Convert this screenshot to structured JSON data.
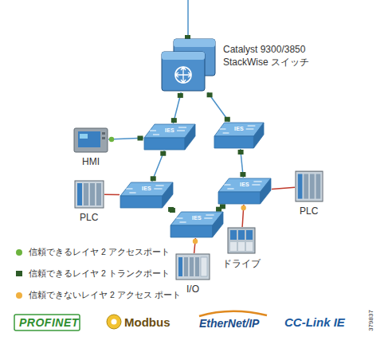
{
  "diagram": {
    "nodes": [
      {
        "text": [
          "Catalyst 9300/3850 StackWise スイッチ"
        ]
      },
      {
        "text": [
          "IES"
        ]
      },
      {
        "text": [
          "IES"
        ]
      },
      {
        "text": [
          "HMI"
        ]
      },
      {
        "text": [
          "IES"
        ]
      },
      {
        "text": [
          "PLC"
        ]
      },
      {
        "text": [
          "IES"
        ]
      },
      {
        "text": [
          "PLC"
        ]
      },
      {
        "text": [
          "IES"
        ]
      },
      {
        "text": [
          "I/O"
        ]
      },
      {
        "text": [
          "ドライブ"
        ]
      }
    ],
    "edges": [
      {
        "from": 0,
        "to": 1,
        "arrow": "none"
      },
      {
        "from": 0,
        "to": 2,
        "arrow": "none"
      },
      {
        "from": 3,
        "to": 1,
        "arrow": "none"
      },
      {
        "from": 1,
        "to": 4,
        "arrow": "none"
      },
      {
        "from": 2,
        "to": 6,
        "arrow": "none"
      },
      {
        "from": 4,
        "to": 5,
        "arrow": "none"
      },
      {
        "from": 4,
        "to": 8,
        "arrow": "none"
      },
      {
        "from": 6,
        "to": 8,
        "arrow": "none"
      },
      {
        "from": 6,
        "to": 7,
        "arrow": "none"
      },
      {
        "from": 8,
        "to": 9,
        "arrow": "none"
      },
      {
        "from": 6,
        "to": 10,
        "arrow": "none"
      }
    ],
    "labels": [
      "PROFINET",
      "Modbus",
      "EtherNet/IP",
      "CC-Link IE",
      "379837"
    ],
    "legend": [
      {
        "text": "信頼できるレイヤ 2 アクセスポート",
        "color": "#6cb33e"
      },
      {
        "text": "信頼できるレイヤ 2 トランクポート",
        "color": "#2d5a27"
      },
      {
        "text": "信頼できないレイヤ 2 アクセス ポート",
        "color": "#f0b040"
      }
    ]
  }
}
